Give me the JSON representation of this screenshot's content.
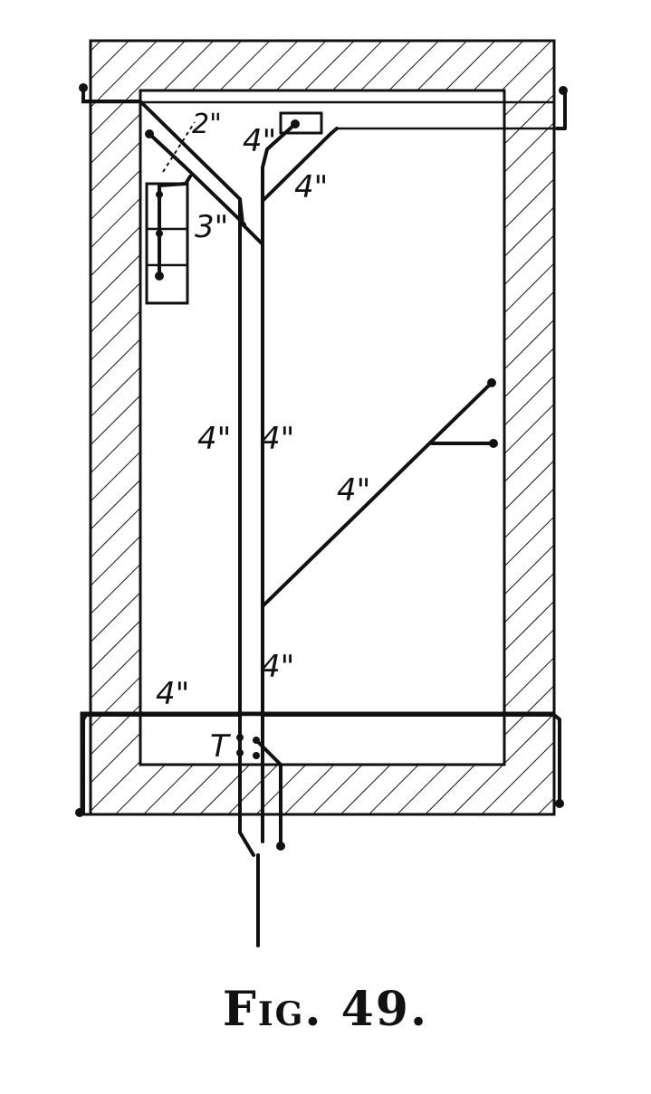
{
  "labels": {
    "top_2in": "2\"",
    "top_4in_a": "4\"",
    "top_4in_b": "4\"",
    "vent_3in": "3\"",
    "stack_left": "4\"",
    "stack_right": "4\"",
    "diagonal": "4\"",
    "lower_right": "4\"",
    "lower_left": "4\"",
    "trap": "T"
  },
  "caption": "Fig. 49."
}
